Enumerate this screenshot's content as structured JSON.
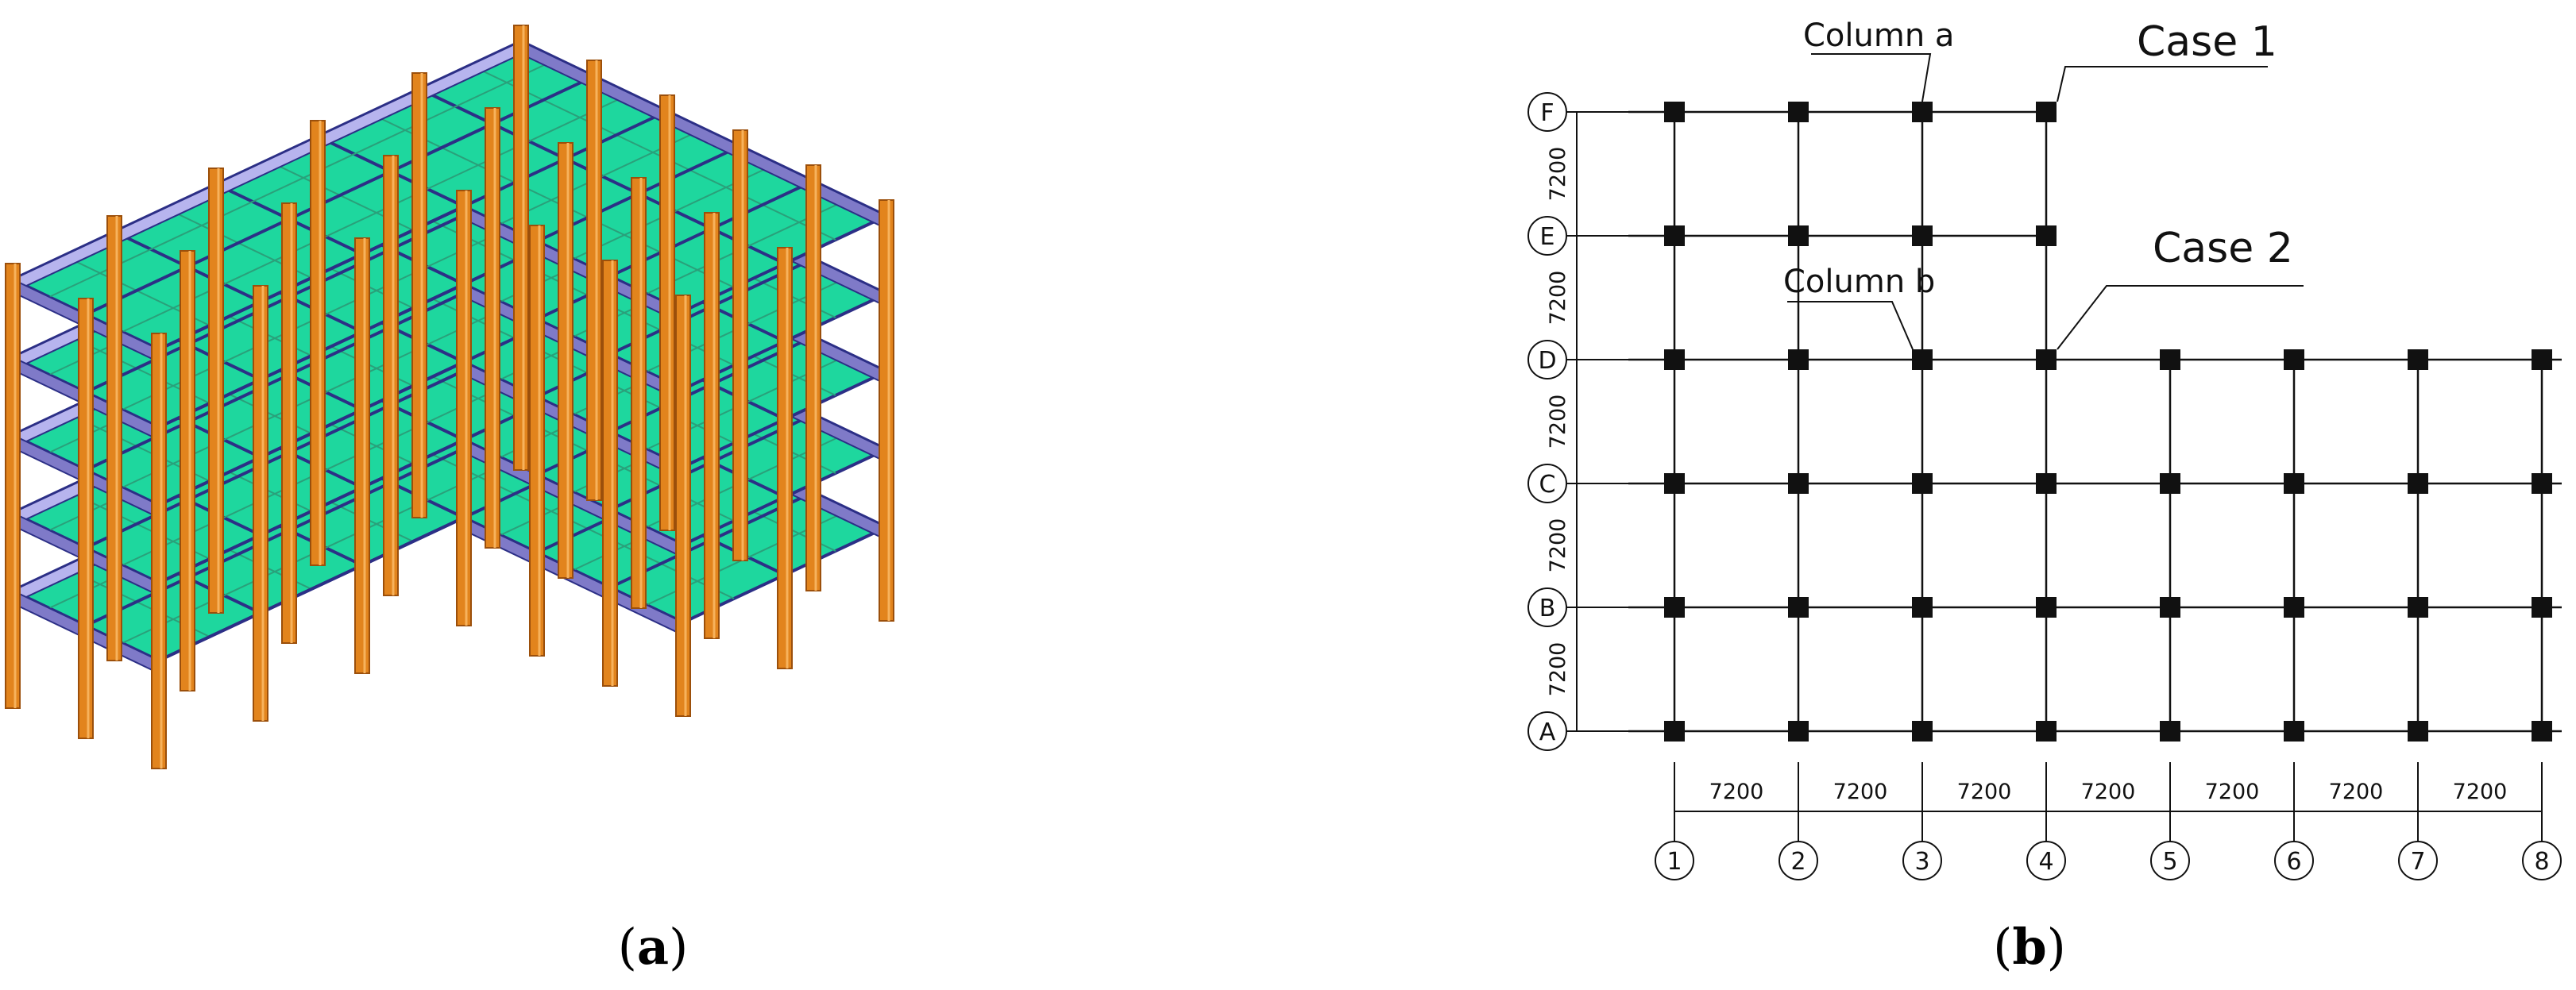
{
  "panels": [
    {
      "label_open": "(",
      "label_letter": "a",
      "label_close": ")"
    },
    {
      "label_open": "(",
      "label_letter": "b",
      "label_close": ")"
    }
  ],
  "colors": {
    "slab": "#1ed79e",
    "beam_top": "#2c2f86",
    "beam_side": "#b7b4ee",
    "beam_face": "#7f7ac8",
    "column": "#e2841d",
    "column_dark": "#9b4f0b",
    "ink": "#111111"
  },
  "plan": {
    "row_labels": [
      "A",
      "B",
      "C",
      "D",
      "E",
      "F"
    ],
    "col_labels": [
      "1",
      "2",
      "3",
      "4",
      "5",
      "6",
      "7",
      "8"
    ],
    "spacing_label": "7200",
    "bay_labels": [
      "7200",
      "7200",
      "7200",
      "7200",
      "7200",
      "7200",
      "7200"
    ],
    "vert_labels": [
      "7200",
      "7200",
      "7200",
      "7200",
      "7200"
    ],
    "annotations": {
      "column_a": "Column a",
      "column_b": "Column b",
      "case_1": "Case 1",
      "case_2": "Case 2"
    }
  }
}
